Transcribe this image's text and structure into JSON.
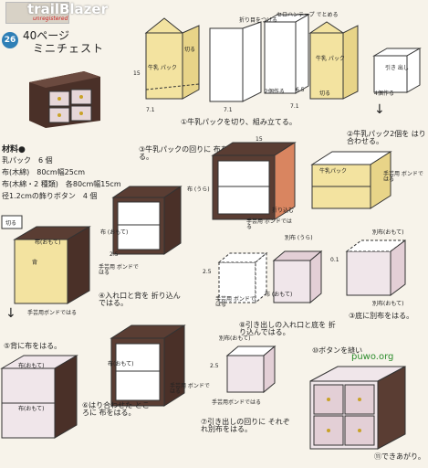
{
  "header": {
    "brand": "trailBlazer",
    "brand_sub": "unregistered",
    "page_number": "26",
    "page_title": "40ページ",
    "subtitle": "ミニチェスト"
  },
  "materials": {
    "title": "材料●",
    "items": [
      "乳パック　6 個",
      "布(木綿)　80cm幅25cm",
      "布(木綿・2 種類)　各80cm幅15cm",
      "径1.2cmの飾りボタン　4 個"
    ]
  },
  "top_diagram": {
    "labels": {
      "cut_top": "切る",
      "fold_line": "折り目をつける",
      "tape": "セロハンテープ でとめる",
      "milk_pack": "牛乳 パック",
      "dim_15": "15",
      "dim_71a": "7.1",
      "dim_71b": "7.1",
      "dim_71c": "7.1",
      "two_make": "2個作る",
      "milk_pack2": "牛乳 パック",
      "cut2": "切る",
      "dim_65": "6.5",
      "drawer": "引き 出し",
      "four_make": "4個作る"
    },
    "step1": "①牛乳パックを切り、組み立てる。",
    "step2": "②牛乳パック2個を はり合わせる。",
    "milk_pack3": "牛乳パック",
    "bond": "手芸用 ボンドではる"
  },
  "middle": {
    "step3": "③牛乳パックの回りに 布をはる。",
    "dim15": "15",
    "cloth_back": "布 (うら)",
    "fold_in": "折り込む",
    "bond": "手芸用 ボンドではる",
    "cloth_front": "布 (おもて)",
    "dim25": "2.5",
    "bond2": "手芸用 ボンドではる",
    "step4": "④入れ口と背を 折り込んではる。",
    "cut": "切る",
    "cloth_front2": "布(おもて)",
    "back": "背",
    "bond3": "手芸用ボンドではる",
    "cloth_other": "別布(おもて)",
    "dim01": "0.1",
    "cloth_other_back": "別布(おもて)",
    "step3b": "③底に別布をはる。",
    "cloth_ura": "別布 (うら)",
    "dim25b": "2.5",
    "bond4": "手芸用 ボンドではる",
    "cloth_front3": "布 (おもて)"
  },
  "bottom": {
    "step5": "⑤背に布をはる。",
    "cloth_front": "布(おもて)",
    "cloth_front2": "布(おもて)",
    "step6": "⑥はり合わせた ところに 布をはる。",
    "cloth_front3": "布(おもて)",
    "bond": "手芸用 ボンドではる",
    "step8": "⑧引き出しの入れ口と底を 折り込んではる。",
    "cloth_other": "別布(おもて)",
    "dim25": "2.5",
    "bond2": "手芸用ボンドではる",
    "step7": "⑦引き出しの回りに それぞれ別布をはる。",
    "step10": "⑩ボタンを縫い",
    "watermark": "puwo.org",
    "done": "⑪できあがり。"
  }
}
